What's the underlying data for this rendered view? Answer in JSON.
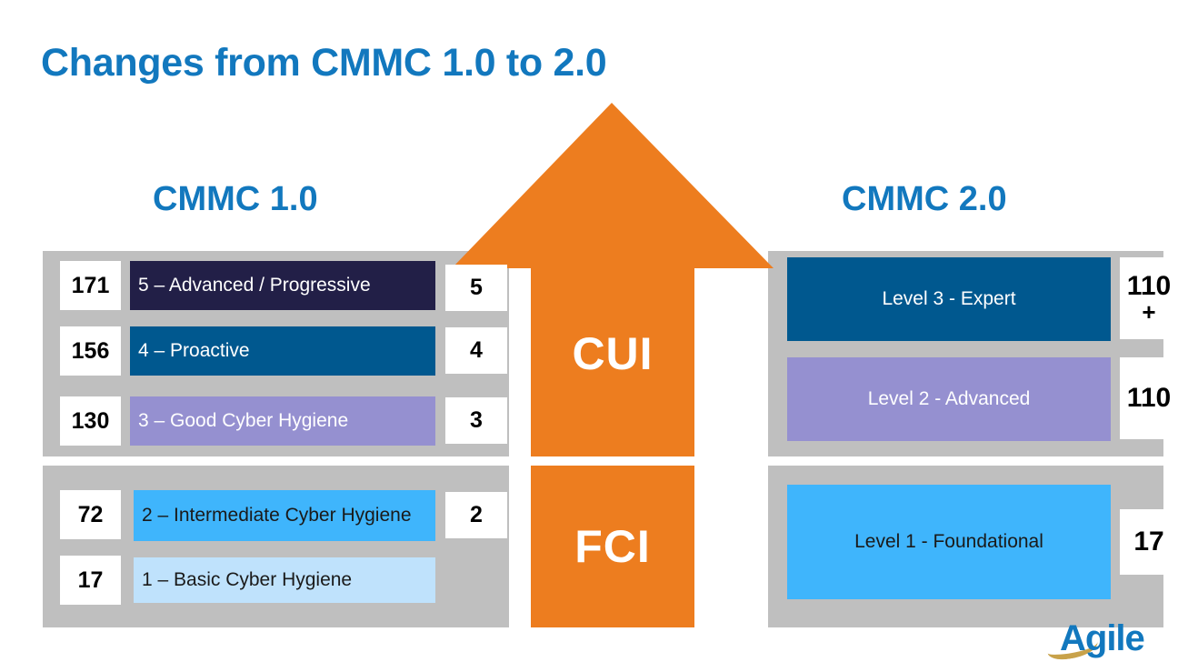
{
  "slide": {
    "title": "Changes from CMMC 1.0 to 2.0",
    "background_color": "#ffffff",
    "accent_blue": "#1278be",
    "accent_orange": "#ed7d1f",
    "panel_gray": "#bfbfbf"
  },
  "headings": {
    "left": "CMMC 1.0",
    "right": "CMMC 2.0"
  },
  "arrow": {
    "color": "#ed7d1f",
    "direction": "up",
    "labels": [
      {
        "id": "cui",
        "text": "CUI",
        "rotation_deg": -90,
        "color": "#ffffff"
      },
      {
        "id": "fci",
        "text": "FCI",
        "rotation_deg": -90,
        "color": "#ffffff"
      }
    ]
  },
  "cmmc1": {
    "groups": [
      {
        "id": "cui",
        "rows": [
          {
            "practice_count": "171",
            "label": "5 – Advanced / Progressive",
            "level_badge": "5",
            "bar_color": "#221f47",
            "text_color": "#ffffff"
          },
          {
            "practice_count": "156",
            "label": "4 – Proactive",
            "level_badge": "4",
            "bar_color": "#00588f",
            "text_color": "#ffffff"
          },
          {
            "practice_count": "130",
            "label": "3 – Good Cyber Hygiene",
            "level_badge": "3",
            "bar_color": "#9590d0",
            "text_color": "#ffffff"
          }
        ]
      },
      {
        "id": "fci",
        "rows": [
          {
            "practice_count": "72",
            "label": "2 – Intermediate Cyber Hygiene",
            "level_badge": "2",
            "bar_color": "#3fb5fc",
            "text_color": "#1a1a1a"
          },
          {
            "practice_count": "17",
            "label": "1 – Basic Cyber Hygiene",
            "level_badge": "",
            "bar_color": "#bfe2fc",
            "text_color": "#1a1a1a"
          }
        ]
      }
    ]
  },
  "cmmc2": {
    "groups": [
      {
        "id": "cui",
        "rows": [
          {
            "label": "Level 3 - Expert",
            "practice_count": "110+",
            "bar_color": "#00588f",
            "text_color": "#ffffff"
          },
          {
            "label": "Level 2 - Advanced",
            "practice_count": "110",
            "bar_color": "#9590d0",
            "text_color": "#ffffff"
          }
        ]
      },
      {
        "id": "fci",
        "rows": [
          {
            "label": "Level 1 - Foundational",
            "practice_count": "17",
            "bar_color": "#3fb5fc",
            "text_color": "#1a1a1a"
          }
        ]
      }
    ]
  },
  "logo": {
    "text": "Agile",
    "text_color": "#1278be",
    "swoosh_color": "#c8a24a"
  }
}
